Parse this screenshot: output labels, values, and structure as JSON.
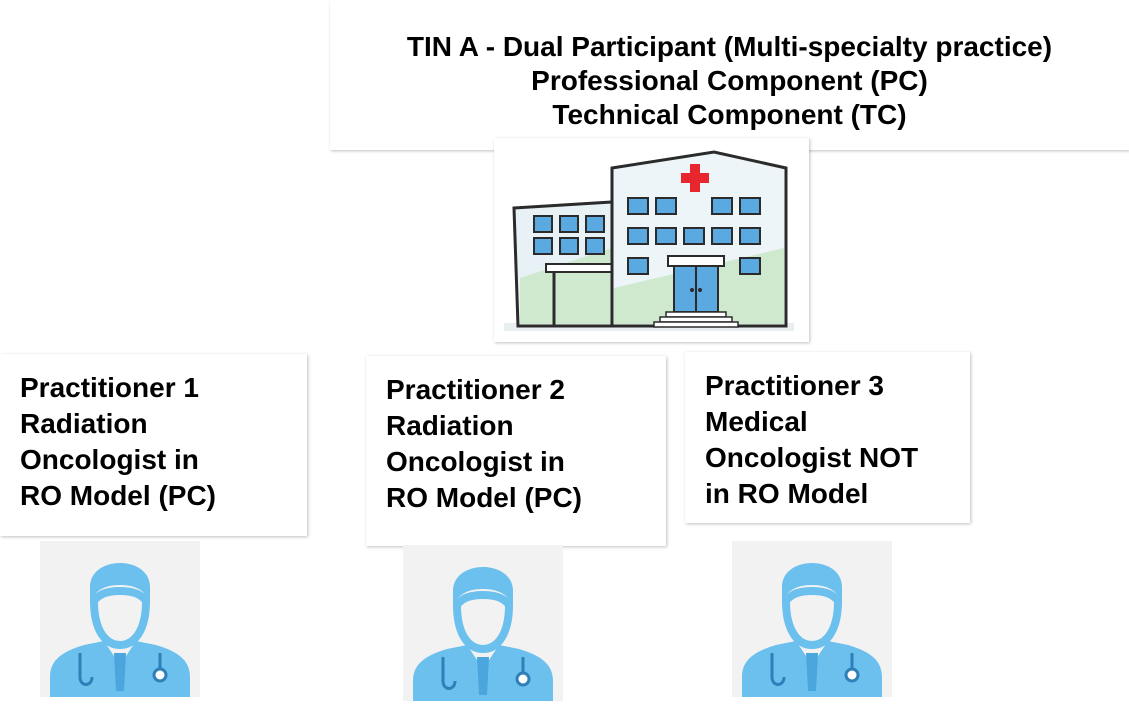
{
  "tin": {
    "line1": "TIN A - Dual Participant (Multi-specialty practice)",
    "line2": "Professional Component (PC)",
    "line3": "Technical Component (TC)"
  },
  "practitioners": [
    {
      "lines": [
        "Practitioner 1",
        "Radiation",
        "Oncologist in",
        "RO Model (PC)"
      ]
    },
    {
      "lines": [
        "Practitioner 2",
        "Radiation",
        "Oncologist in",
        "RO Model (PC)"
      ]
    },
    {
      "lines": [
        "Practitioner 3",
        "Medical",
        "Oncologist NOT",
        "in RO Model"
      ]
    }
  ],
  "icons": {
    "hospital": "hospital-icon",
    "doctor": "doctor-icon"
  },
  "colors": {
    "doctor_blue": "#6cc0ee",
    "hospital_blue": "#5aa9e0",
    "hospital_green": "#d4ecd2",
    "cross_red": "#e8262d"
  }
}
